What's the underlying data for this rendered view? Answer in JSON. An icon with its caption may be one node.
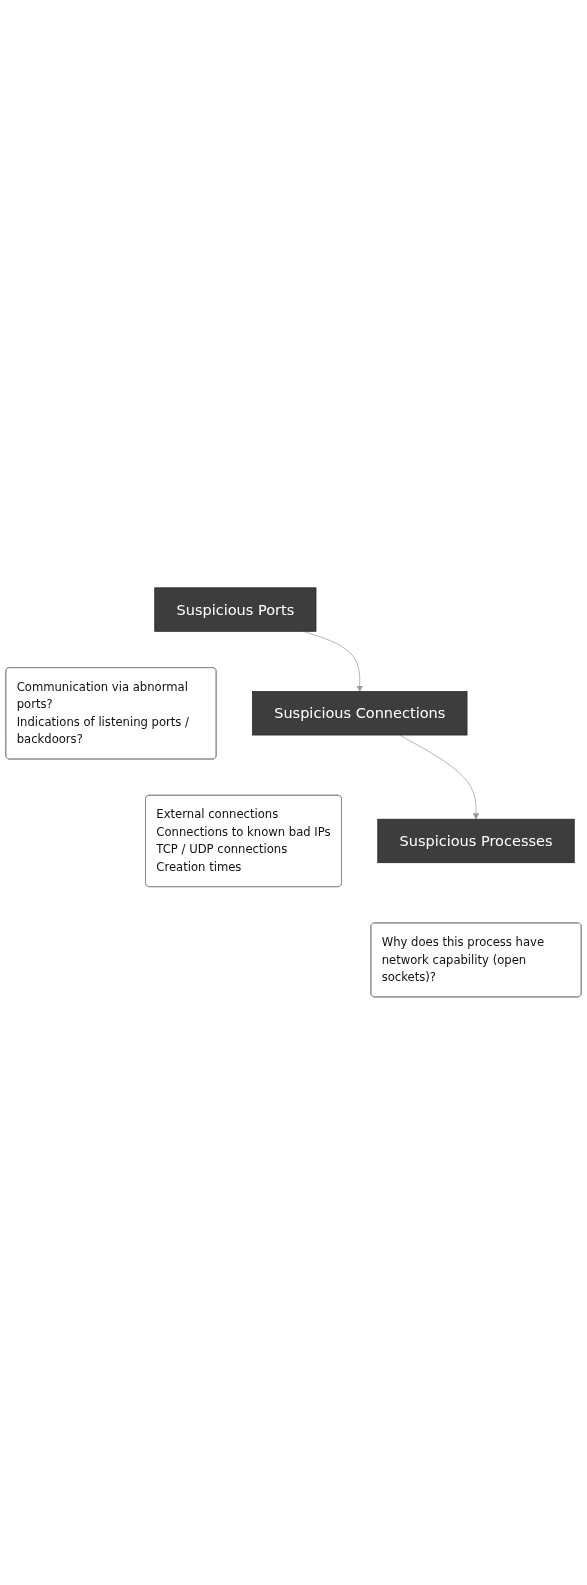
{
  "diagram": {
    "nodes": [
      {
        "text": [
          "Suspicious Ports"
        ]
      },
      {
        "text": [
          "Communication via abnormal ports?",
          "Indications of listening ports / backdoors?"
        ]
      },
      {
        "text": [
          "Suspicious Connections"
        ]
      },
      {
        "text": [
          "External connections",
          "Connections to known bad IPs",
          "TCP / UDP connections",
          "Creation times"
        ]
      },
      {
        "text": [
          "Suspicious Processes"
        ]
      },
      {
        "text": [
          "Why does this process have network capability (open sockets)?"
        ]
      }
    ],
    "edges": [
      {
        "from": 0,
        "to": 2,
        "arrow": "to"
      },
      {
        "from": 2,
        "to": 4,
        "arrow": "to"
      }
    ]
  }
}
